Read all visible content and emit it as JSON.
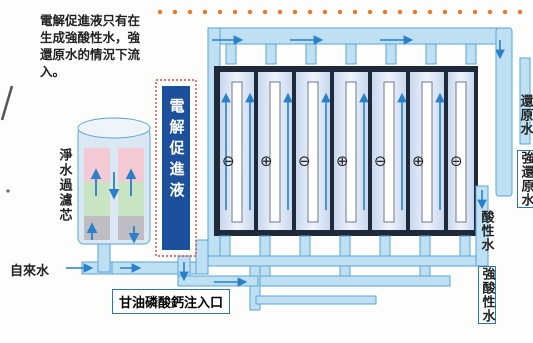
{
  "note": {
    "lines": [
      "電解促進液只有在",
      "生成強酸性水，強",
      "還原水的情況下流",
      "入。"
    ]
  },
  "labels": {
    "purifier": "淨水過濾芯",
    "electrolyte_tank": "電解促進液",
    "tap_water": "自來水",
    "glycerol_inlet": "甘油磷酸鈣注入口",
    "reducing_water": "還原水",
    "strong_reducing_water": "強還原水",
    "acidic_water": "酸性水",
    "strong_acidic_water": "強酸性水"
  },
  "electrodes": {
    "symbols": [
      "⊖",
      "⊕",
      "⊖",
      "⊕",
      "⊖",
      "⊕",
      "⊖"
    ]
  },
  "colors": {
    "pipe": "#bfe0f2",
    "pipe_edge": "#5aa6d8",
    "tank_blue": "#1c4f9c",
    "arrow": "#2a7fc9",
    "border_dots": "#e8772a",
    "text_blue": "#1a4c93"
  }
}
